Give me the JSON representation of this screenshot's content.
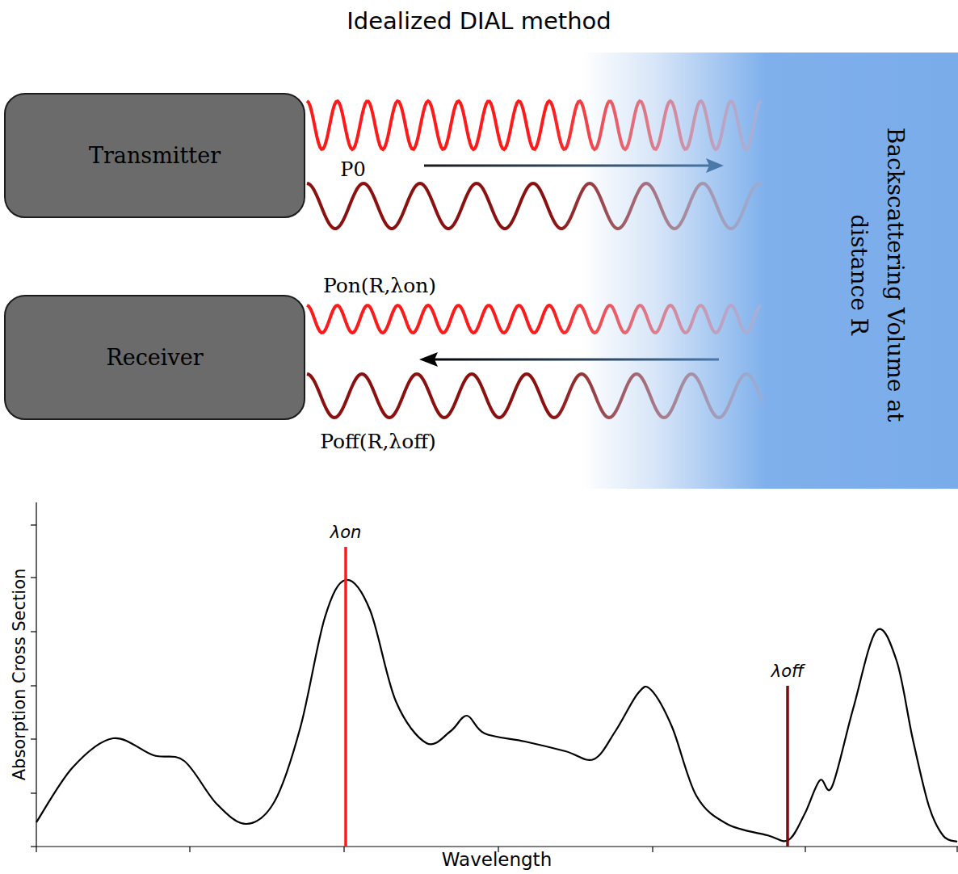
{
  "diagram": {
    "title": "Idealized DIAL method",
    "nodes": [
      {
        "text": [
          "Transmitter"
        ]
      },
      {
        "text": [
          "Receiver"
        ]
      },
      {
        "text": [
          "Backscattering Volume at distance R"
        ]
      }
    ],
    "labels": [
      "P0",
      "Pon(R,λon)",
      "Poff(R,λoff)",
      "λon",
      "λoff",
      "Absorption Cross Section",
      "Wavelength"
    ]
  }
}
